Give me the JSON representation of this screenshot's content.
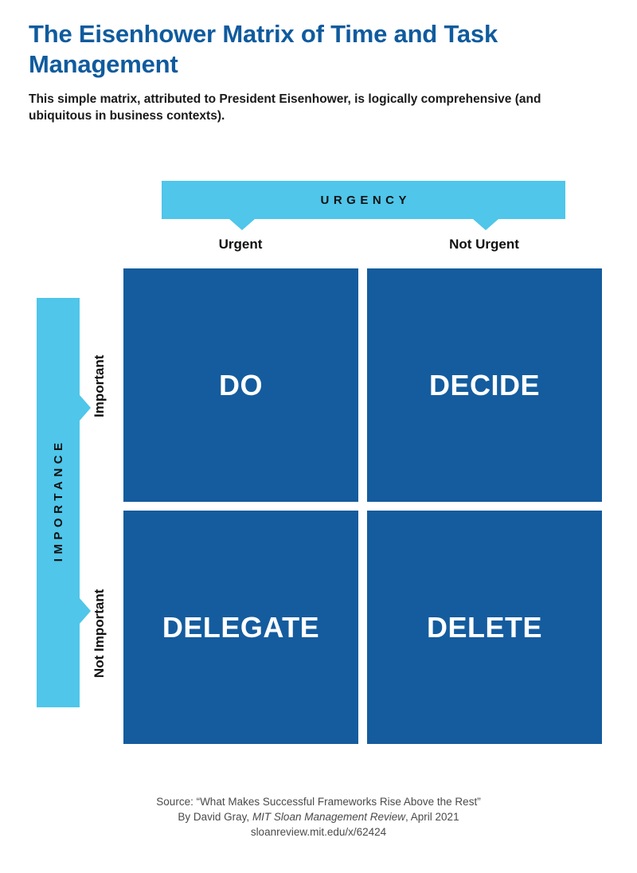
{
  "header": {
    "title": "The Eisenhower Matrix of Time and Task Management",
    "subtitle": "This simple matrix, attributed to President Eisenhower, is logically comprehensive (and ubiquitous in business contexts)."
  },
  "axes": {
    "horizontal": {
      "name": "URGENCY",
      "categories": [
        "Urgent",
        "Not Urgent"
      ]
    },
    "vertical": {
      "name": "IMPORTANCE",
      "categories": [
        "Important",
        "Not Important"
      ]
    }
  },
  "matrix": {
    "quadrants": [
      {
        "id": "urgent-important",
        "label": "DO"
      },
      {
        "id": "not-urgent-important",
        "label": "DECIDE"
      },
      {
        "id": "urgent-not-important",
        "label": "DELEGATE"
      },
      {
        "id": "not-urgent-not-important",
        "label": "DELETE"
      }
    ]
  },
  "source": {
    "line1": "Source: “What Makes Successful Frameworks Rise Above the Rest”",
    "line2_prefix": "By David Gray, ",
    "line2_italic": "MIT Sloan Management Review",
    "line2_suffix": ", April 2021",
    "line3": "sloanreview.mit.edu/x/62424"
  },
  "colors": {
    "accent_light_blue": "#4FC6EA",
    "quadrant_blue": "#145C9E",
    "title_blue": "#0F5B9E",
    "body_text": "#1a1a1a",
    "source_text": "#4a4a4a",
    "background": "#ffffff"
  }
}
